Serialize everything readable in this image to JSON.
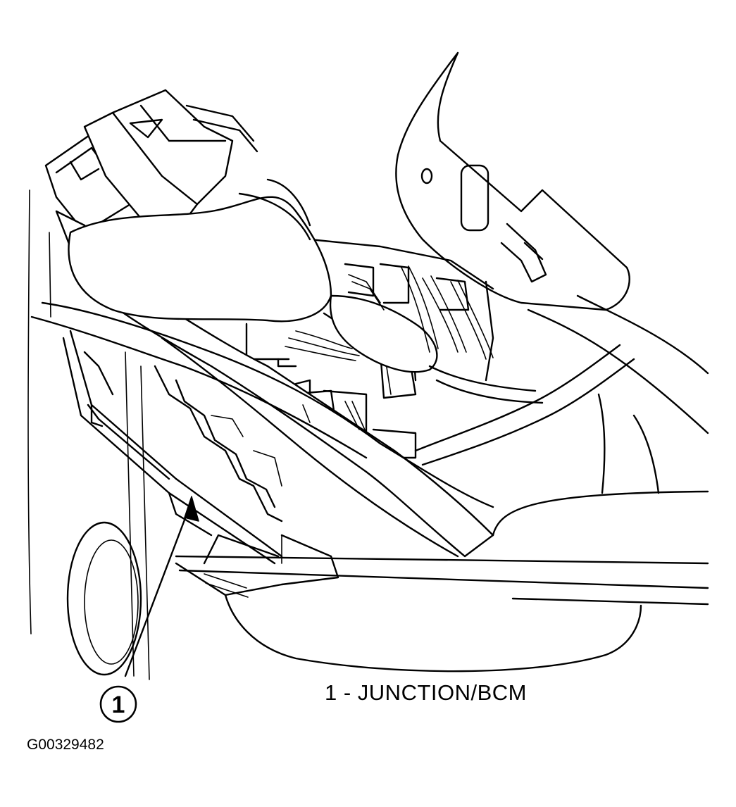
{
  "figure": {
    "callout_number": "1",
    "caption": "1 - JUNCTION/BCM",
    "figure_id": "G00329482"
  },
  "colors": {
    "ink": "#000000",
    "paper": "#ffffff"
  }
}
